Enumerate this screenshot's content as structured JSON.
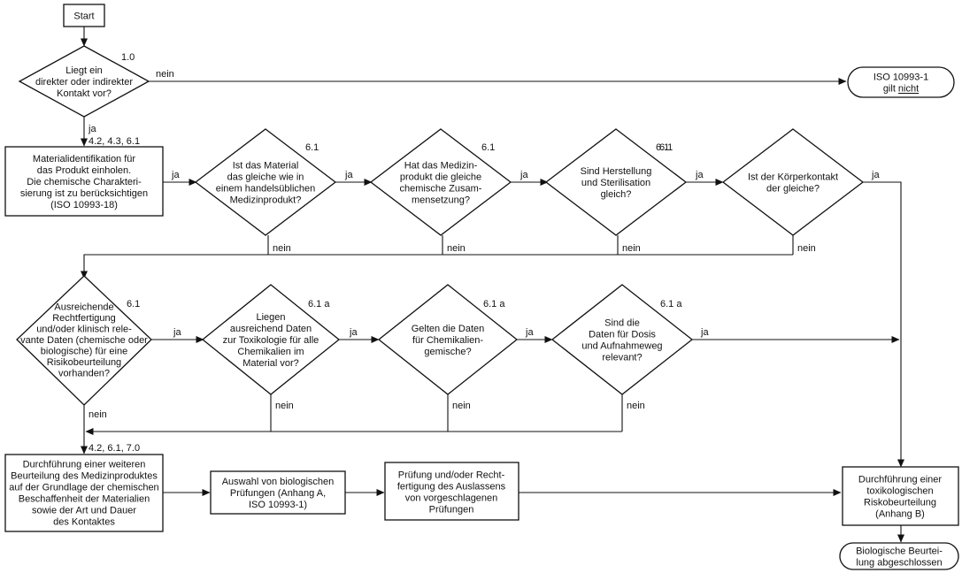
{
  "nodes": {
    "start": {
      "type": "process",
      "lines": [
        "Start"
      ]
    },
    "q1": {
      "type": "decision",
      "ref": "1.0",
      "lines": [
        "Liegt ein",
        "direkter oder indirekter",
        "Kontakt vor?"
      ]
    },
    "iso_na": {
      "type": "terminal",
      "lines": [
        "ISO 10993-1",
        "gilt nicht"
      ],
      "underline_word": "nicht"
    },
    "mat": {
      "type": "process",
      "lines": [
        "Materialidentifikation für",
        "das Produkt einholen.",
        "Die chemische Charakteri-",
        "sierung ist zu berücksichtigen",
        "(ISO 10993-18)"
      ]
    },
    "q2": {
      "type": "decision",
      "ref": "6.1",
      "lines": [
        "Ist das Material",
        "das gleiche wie in",
        "einem handelsüblichen",
        "Medizinprodukt?"
      ]
    },
    "q3": {
      "type": "decision",
      "ref": "6.1",
      "lines": [
        "Hat das Medizin-",
        "produkt die gleiche",
        "chemische Zusam-",
        "mensetzung?"
      ]
    },
    "q4": {
      "type": "decision",
      "ref": "6.1",
      "lines": [
        "Sind Herstellung",
        "und Sterilisation",
        "gleich?"
      ]
    },
    "q5": {
      "type": "decision",
      "ref": "",
      "lines": [
        "Ist der Körperkontakt",
        "der gleiche?"
      ]
    },
    "q6": {
      "type": "decision",
      "ref": "6.1",
      "lines": [
        "Ausreichende",
        "Rechtfertigung",
        "und/oder klinisch rele-",
        "vante Daten (chemische oder",
        "biologische) für eine",
        "Risikobeurteilung",
        "vorhanden?"
      ]
    },
    "q7": {
      "type": "decision",
      "ref": "6.1 a",
      "lines": [
        "Liegen",
        "ausreichend Daten",
        "zur Toxikologie für alle",
        "Chemikalien im",
        "Material vor?"
      ]
    },
    "q8": {
      "type": "decision",
      "ref": "6.1 a",
      "lines": [
        "Gelten die Daten",
        "für Chemikalien-",
        "gemische?"
      ]
    },
    "q9": {
      "type": "decision",
      "ref": "6.1 a",
      "lines": [
        "Sind die",
        "Daten für Dosis",
        "und Aufnahmeweg",
        "relevant?"
      ]
    },
    "p1": {
      "type": "process",
      "lines": [
        "Durchführung einer weiteren",
        "Beurteilung des Medizinproduktes",
        "auf der Grundlage der chemischen",
        "Beschaffenheit der Materialien",
        "sowie der Art und Dauer",
        "des Kontaktes"
      ]
    },
    "p2": {
      "type": "process",
      "lines": [
        "Auswahl von biologischen",
        "Prüfungen (Anhang A,",
        "ISO 10993-1)"
      ]
    },
    "p3": {
      "type": "process",
      "lines": [
        "Prüfung und/oder Recht-",
        "fertigung des Auslassens",
        "von vorgeschlagenen",
        "Prüfungen"
      ]
    },
    "tox": {
      "type": "process",
      "lines": [
        "Durchführung einer",
        "toxikologischen",
        "Riskobeurteilung",
        "(Anhang B)"
      ]
    },
    "end": {
      "type": "terminal",
      "lines": [
        "Biologische Beurtei-",
        "lung abgeschlossen"
      ]
    }
  },
  "edge_labels": {
    "yes": "ja",
    "no": "nein",
    "clause_material": "4.2, 4.3, 6.1",
    "clause_evaluation": "4.2, 6.1, 7.0",
    "clause_q5": "6.1"
  }
}
